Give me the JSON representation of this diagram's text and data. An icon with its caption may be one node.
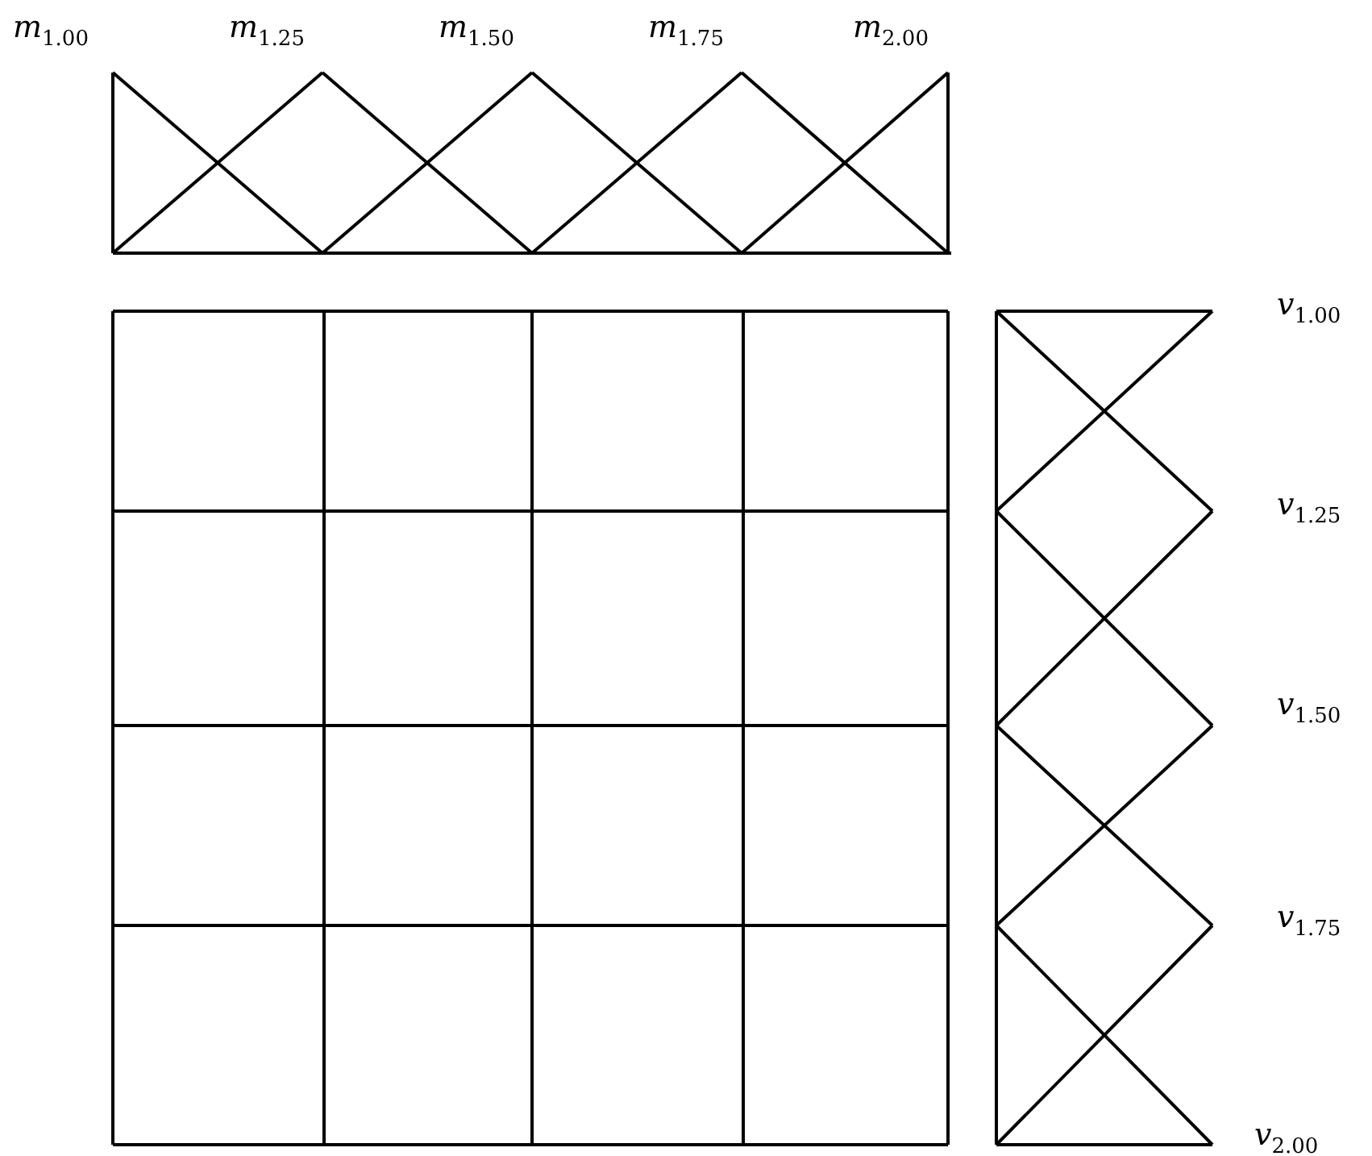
{
  "diagram": {
    "labels": [
      "*m*$_{1.00}$",
      "*m*$_{1.25}$",
      "*m*$_{1.50}$",
      "*m*$_{1.75}$",
      "*m*$_{2.00}$",
      "*v*$_{1.00}$",
      "*v*$_{1.25}$",
      "*v*$_{1.50}$",
      "*v*$_{1.75}$",
      "*v*$_{2.00}$"
    ]
  }
}
